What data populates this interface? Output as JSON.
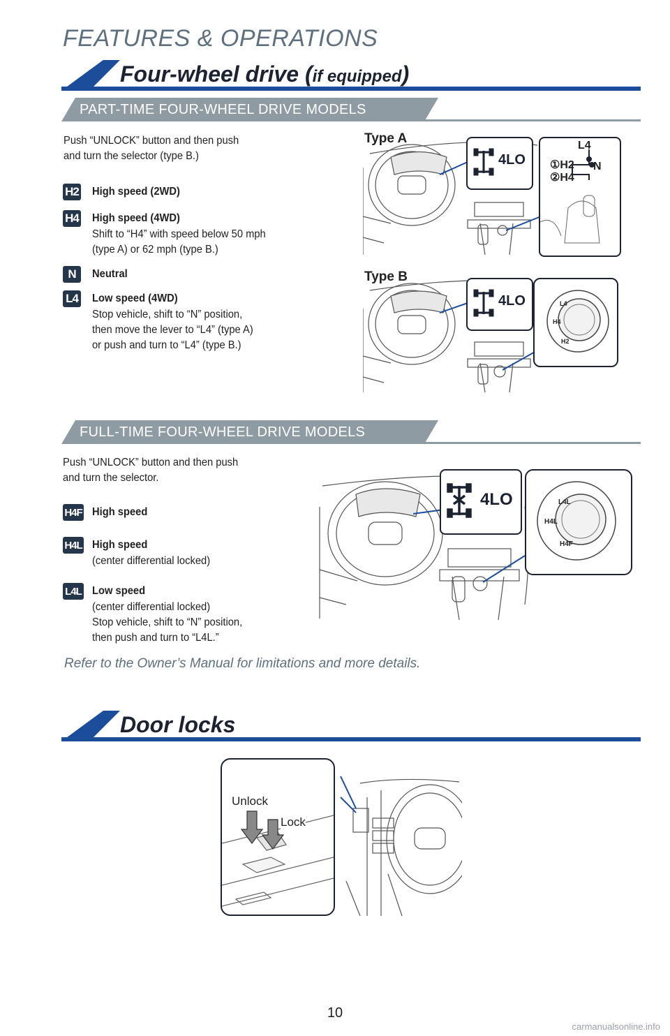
{
  "header": {
    "title": "FEATURES & OPERATIONS"
  },
  "four_wd": {
    "title": "Four-wheel drive (",
    "title_small": "if equipped",
    "title_close": ")",
    "part_time": {
      "heading": "PART-TIME FOUR-WHEEL DRIVE MODELS",
      "intro": [
        "Push “UNLOCK” button and then push",
        "and turn the selector (type B.)"
      ],
      "items": [
        {
          "badge": "H2",
          "title": "High speed (2WD)",
          "desc": []
        },
        {
          "badge": "H4",
          "title": "High speed (4WD)",
          "desc": [
            "Shift to “H4” with speed below 50 mph",
            "(type A) or 62 mph (type B.)"
          ]
        },
        {
          "badge": "N",
          "title": "Neutral",
          "desc": []
        },
        {
          "badge": "L4",
          "title": "Low speed (4WD)",
          "desc": [
            "Stop vehicle, shift to “N” position,",
            "then move the lever to “L4” (type A)",
            "or push and turn to “L4” (type B.)"
          ]
        }
      ],
      "type_a": "Type A",
      "type_b": "Type B",
      "indicator": "4LO",
      "lever": {
        "l4": "L4",
        "h2": "①H2",
        "h4": "②H4",
        "n": "N"
      },
      "dial_b": {
        "l4": "L4",
        "h4": "H4",
        "h2": "H2"
      }
    },
    "full_time": {
      "heading": "FULL-TIME FOUR-WHEEL DRIVE MODELS",
      "intro": [
        "Push “UNLOCK” button and then push",
        "and turn the selector."
      ],
      "items": [
        {
          "badge": "H4F",
          "title": "High speed",
          "desc": []
        },
        {
          "badge": "H4L",
          "title": "High speed",
          "desc": [
            "(center differential locked)"
          ]
        },
        {
          "badge": "L4L",
          "title": "Low speed",
          "desc": [
            "(center differential locked)",
            "Stop vehicle, shift to “N” position,",
            "then push and turn to “L4L.”"
          ]
        }
      ],
      "indicator": "4LO",
      "dial": {
        "l4l": "L4L",
        "h4l": "H4L",
        "h4f": "H4F"
      }
    },
    "refer": "Refer to the Owner’s Manual for limitations and more details."
  },
  "door_locks": {
    "title": "Door locks",
    "unlock": "Unlock",
    "lock": "Lock"
  },
  "page_number": "10",
  "watermark": "carmanualsonline.info",
  "colors": {
    "navy": "#1b4d9b",
    "gray_band": "#8e9ba3",
    "badge": "#25364b",
    "header": "#5e6f7e"
  }
}
